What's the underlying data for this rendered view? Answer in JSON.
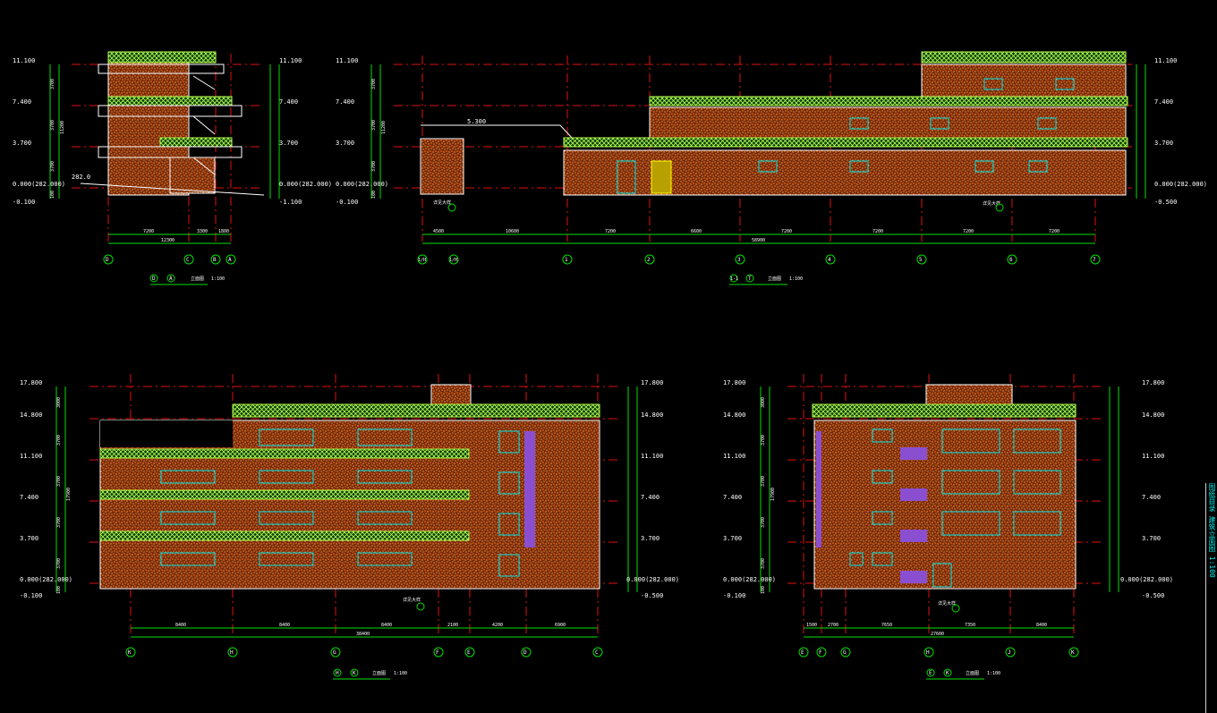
{
  "sheet": {
    "title_strip": "图纸目录 建筑立面图 1:100"
  },
  "views": [
    {
      "id": "top-left",
      "title_mark": "D",
      "title_mark_b": "A",
      "title": "立面图",
      "scale": "1:100",
      "levels_left": [
        "11.100",
        "7.400",
        "3.700",
        "0.000(282.000)",
        "-0.100"
      ],
      "levels_right": [
        "11.100",
        "7.400",
        "3.700",
        "0.000(282.000)",
        "-1.100"
      ],
      "floor_dims": [
        "3700",
        "3700",
        "3700",
        "100"
      ],
      "total_dim": "11200",
      "spot_level": "282.0",
      "bottom_dims": [
        "7200",
        "3300",
        "1800"
      ],
      "bottom_total": "12300",
      "axes": [
        "D",
        "C",
        "B",
        "A"
      ]
    },
    {
      "id": "top-right",
      "title_mark": "1-1",
      "title_mark_b": "T",
      "title": "立面图",
      "scale": "1:100",
      "levels_left": [
        "11.100",
        "7.400",
        "3.700",
        "0.000(282.000)",
        "-0.100"
      ],
      "levels_right": [
        "11.100",
        "7.400",
        "3.700",
        "0.000(282.000)",
        "-0.500"
      ],
      "floor_dims": [
        "3700",
        "3700",
        "3700",
        "100"
      ],
      "total_dim": "11200",
      "canopy_level": "5.300",
      "bottom_dims": [
        "4500",
        "10600",
        "7200",
        "6600",
        "7200",
        "7200",
        "7200",
        "7200"
      ],
      "bottom_total": "58900",
      "axes": [
        "1/H",
        "1/H",
        "1",
        "2",
        "3",
        "4",
        "5",
        "6",
        "7"
      ],
      "callout_text": "详见大样"
    },
    {
      "id": "bottom-left",
      "title_mark": "H",
      "title_mark_b": "K",
      "title": "立面图",
      "scale": "1:100",
      "levels_left": [
        "17.800",
        "14.800",
        "11.100",
        "7.400",
        "3.700",
        "0.000(282.000)",
        "-0.100"
      ],
      "levels_right": [
        "17.800",
        "14.800",
        "11.100",
        "7.400",
        "3.700",
        "0.000(282.000)",
        "-0.500"
      ],
      "floor_dims": [
        "3000",
        "3700",
        "3700",
        "3700",
        "3700",
        "100"
      ],
      "total_dim": "17900",
      "bottom_dims": [
        "8400",
        "8400",
        "8400",
        "2100",
        "4200",
        "6900"
      ],
      "bottom_total": "38400",
      "axes": [
        "K",
        "H",
        "G",
        "F",
        "E",
        "D",
        "C"
      ],
      "callout_text": "详见大样"
    },
    {
      "id": "bottom-right",
      "title_mark": "E",
      "title_mark_b": "K",
      "title": "立面图",
      "scale": "1:100",
      "levels_left": [
        "17.800",
        "14.800",
        "11.100",
        "7.400",
        "3.700",
        "0.000(282.000)",
        "-0.100"
      ],
      "levels_right": [
        "17.800",
        "14.800",
        "11.100",
        "7.400",
        "3.700",
        "0.000(282.000)",
        "-0.500"
      ],
      "floor_dims": [
        "3000",
        "3700",
        "3700",
        "3700",
        "3700",
        "100"
      ],
      "total_dim": "17900",
      "bottom_dims": [
        "1500",
        "2700",
        "7650",
        "7350",
        "8400"
      ],
      "bottom_total": "27600",
      "axes": [
        "E",
        "F",
        "G",
        "H",
        "J",
        "K"
      ],
      "callout_text": "详见大样"
    }
  ],
  "colors": {
    "background": "#000000",
    "dimension": "#00e000",
    "axis_line": "#e01010",
    "outline": "#ffffff",
    "brick": "#d2691e",
    "window": "#00e8e8",
    "railing": "#b8ff50",
    "accent": "#8a4fd0"
  }
}
